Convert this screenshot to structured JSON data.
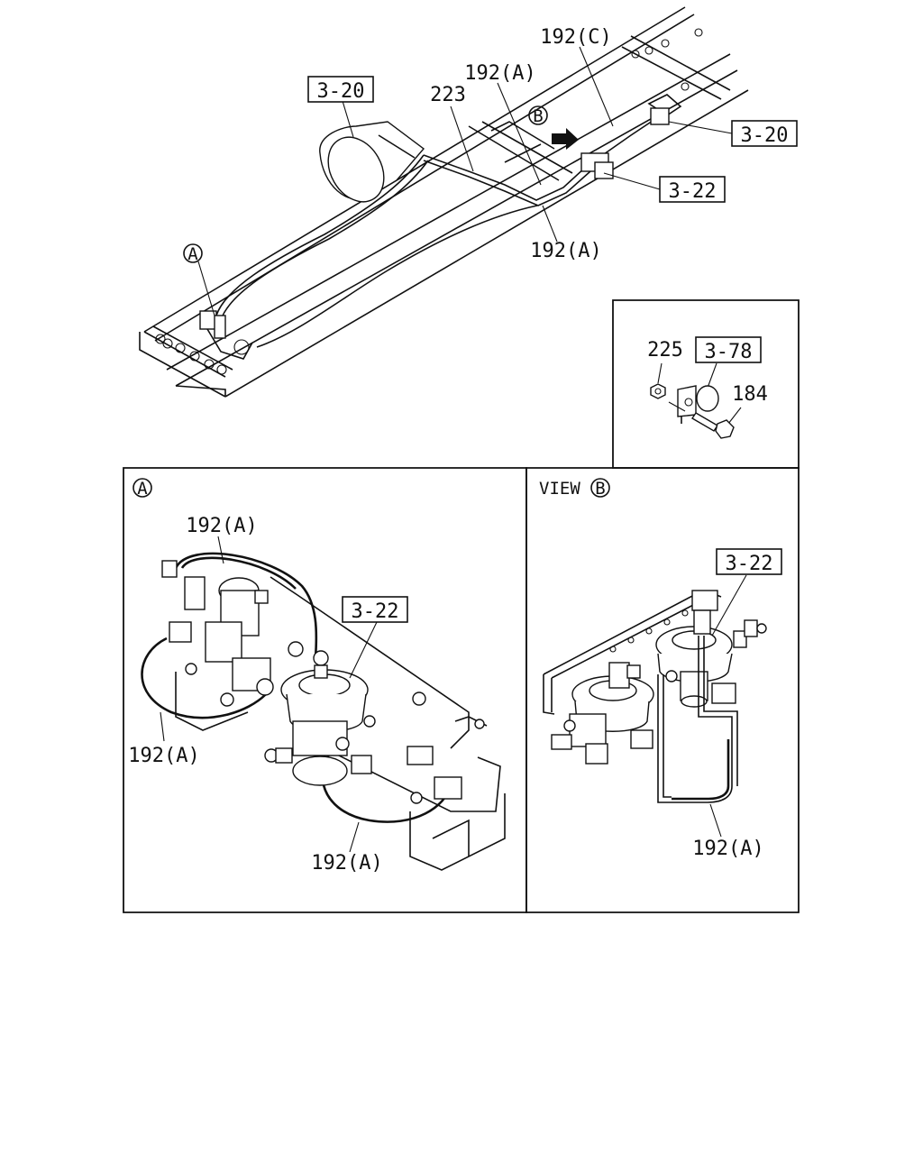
{
  "labels": {
    "ref_3_20_top": "3-20",
    "part_223": "223",
    "part_192a_top": "192(A)",
    "part_192c": "192(C)",
    "marker_b": "B",
    "ref_3_20_right": "3-20",
    "ref_3_22_top": "3-22",
    "part_192a_mid": "192(A)",
    "marker_a": "A",
    "part_225": "225",
    "ref_3_78": "3-78",
    "part_184": "184",
    "panel_a_marker": "A",
    "panel_a_192a_top": "192(A)",
    "panel_a_3_22": "3-22",
    "panel_a_192a_left": "192(A)",
    "panel_a_192a_bottom": "192(A)",
    "view_text": "VIEW",
    "view_marker": "B",
    "panel_b_3_22": "3-22",
    "panel_b_192a": "192(A)"
  }
}
